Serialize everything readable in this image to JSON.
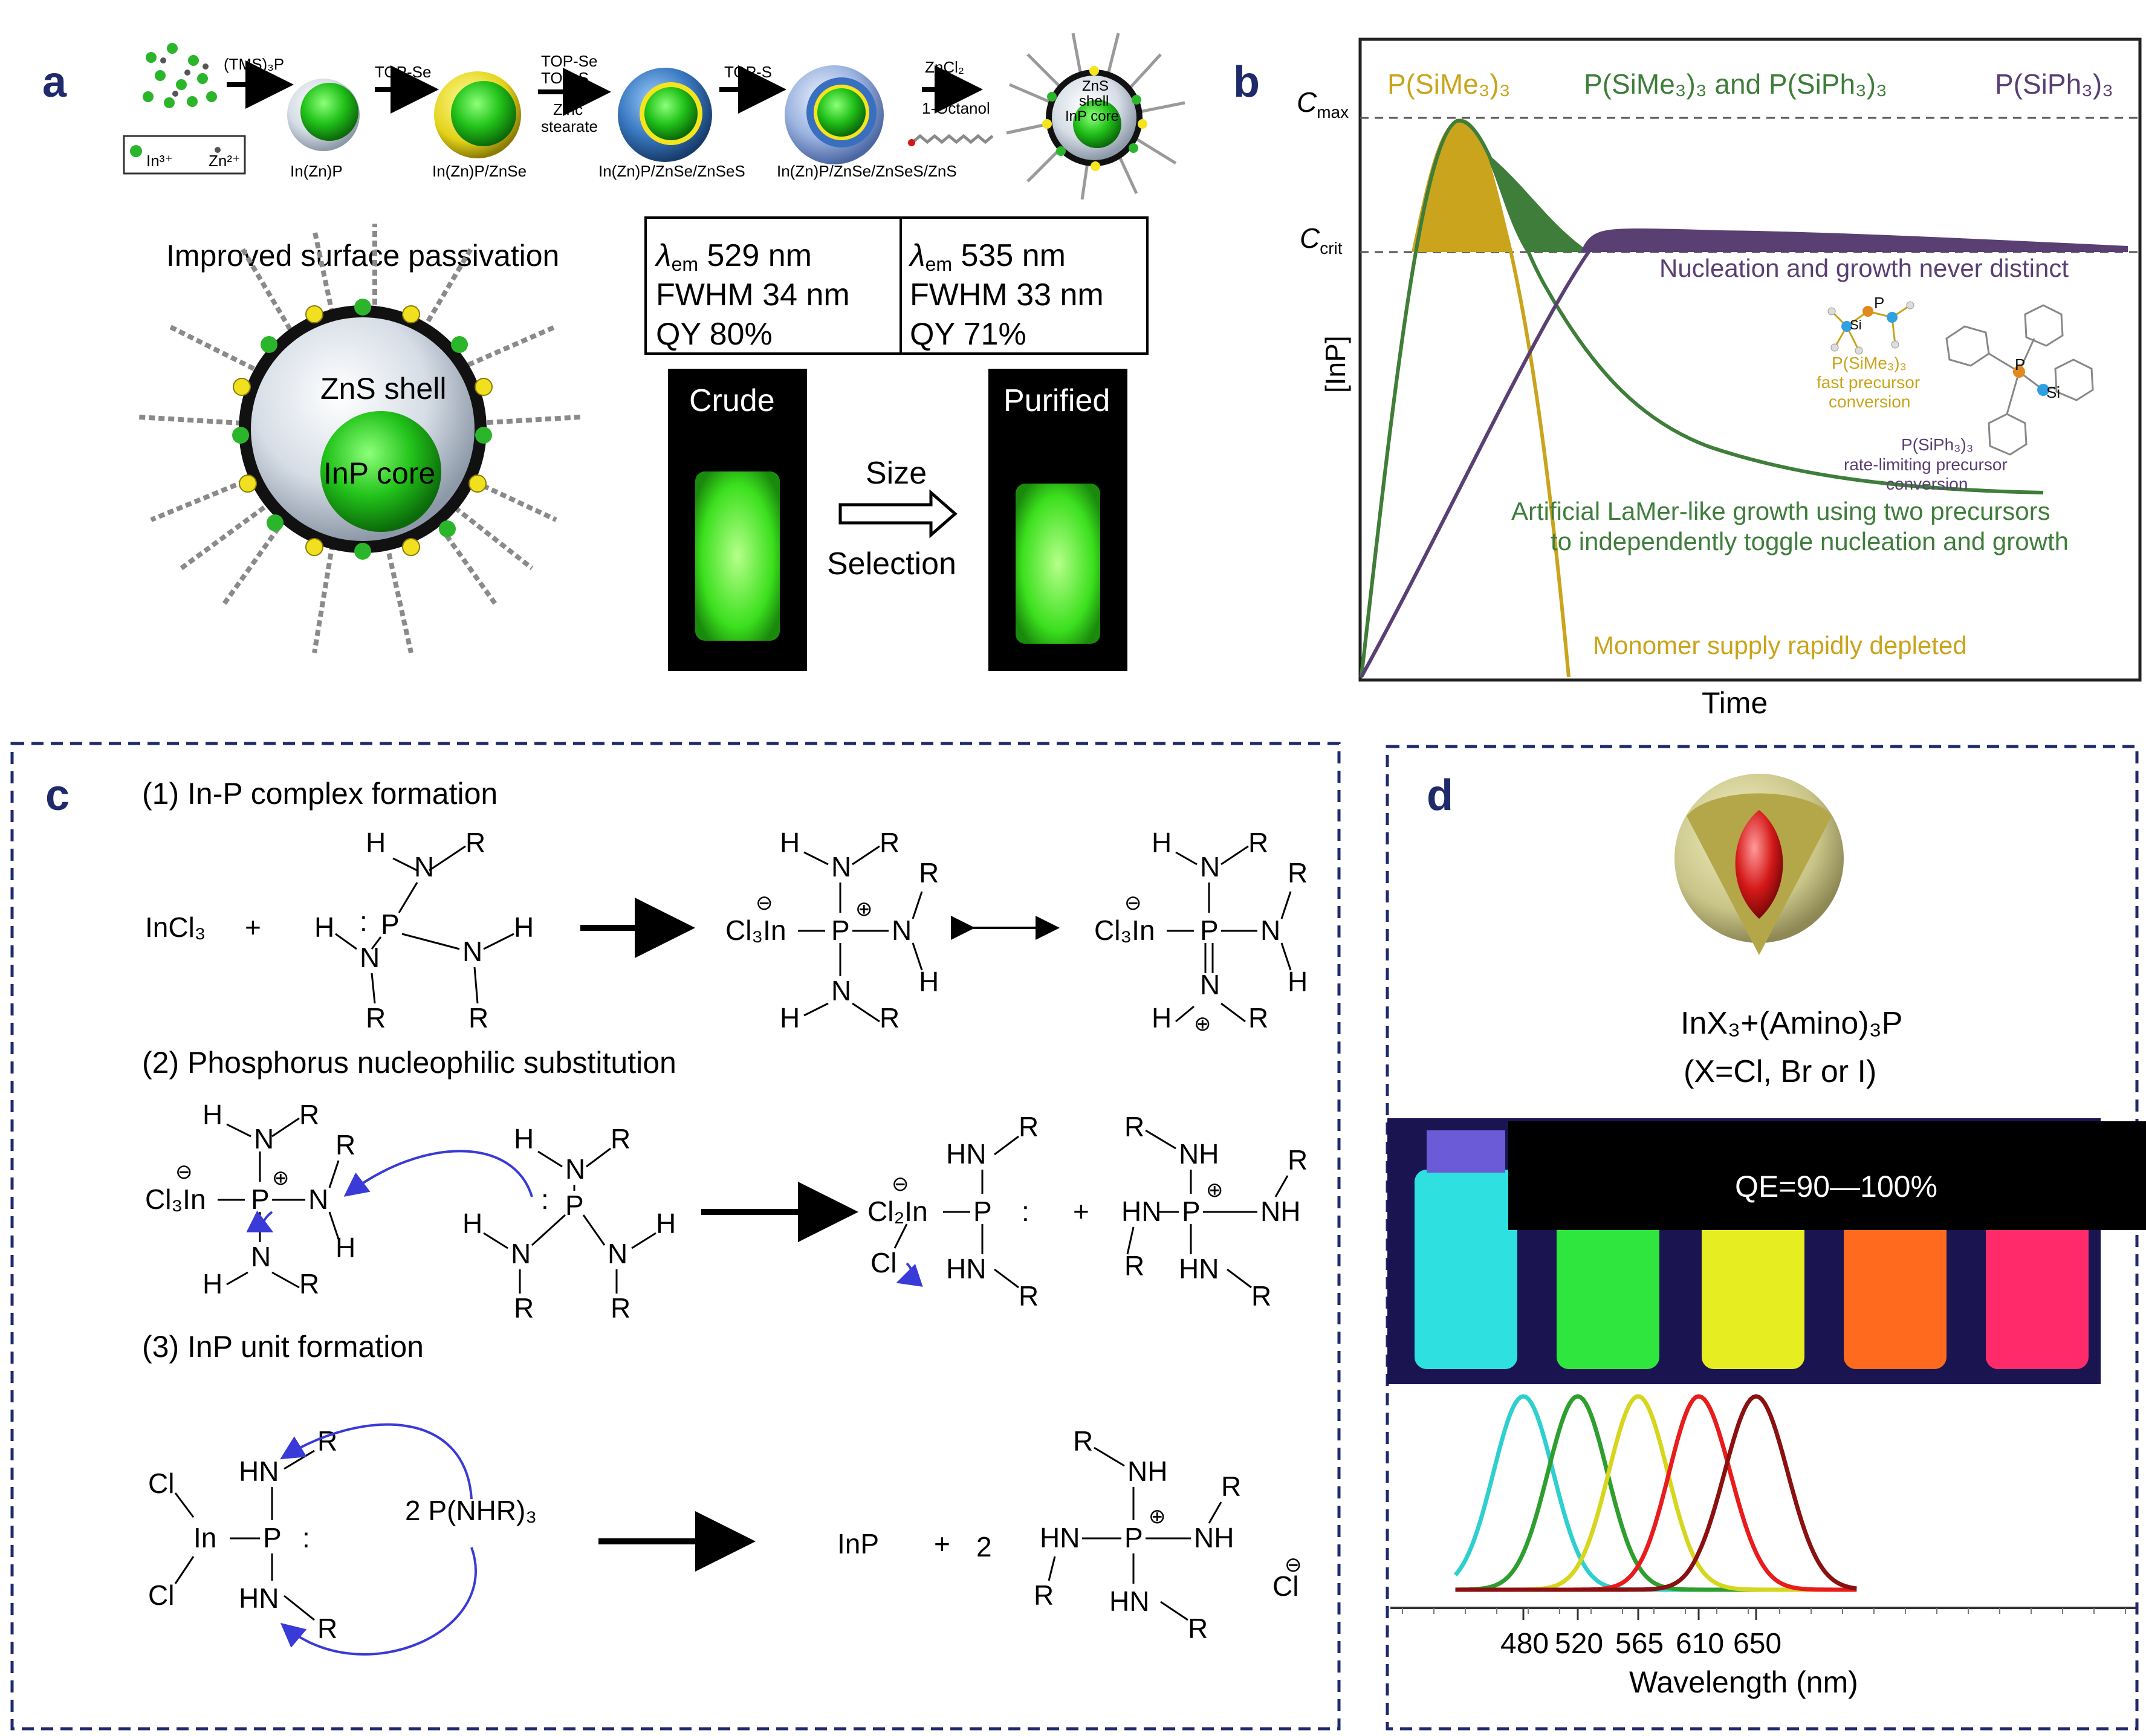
{
  "panels": {
    "a": {
      "letter": "a",
      "legend": {
        "in": "In³⁺",
        "zn": "Zn²⁺"
      },
      "steps": [
        {
          "reagent": "(TMS)₃P",
          "product": "In(Zn)P"
        },
        {
          "reagent": "TOP-Se",
          "product": "In(Zn)P/ZnSe"
        },
        {
          "reagent": "TOP-Se",
          "reagent2": "TOP-S",
          "reagent3": "Zinc",
          "reagent4": "stearate",
          "product": "In(Zn)P/ZnSe/ZnSeS"
        },
        {
          "reagent": "TOP-S",
          "product": "In(Zn)P/ZnSe/ZnSeS/ZnS"
        },
        {
          "reagent": "ZnCl₂",
          "reagent2": "1-Octanol",
          "final_shell": "ZnS",
          "final_shell2": "shell",
          "final_core": "InP core"
        }
      ],
      "passivation_title": "Improved surface passivation",
      "shell_label": "ZnS shell",
      "core_label": "InP core",
      "table": [
        {
          "lambda": "λ",
          "lambda_sub": "em",
          "lambda_val": " 529 nm",
          "fwhm": "FWHM 34 nm",
          "qy": "QY 80%"
        },
        {
          "lambda": "λ",
          "lambda_sub": "em",
          "lambda_val": " 535 nm",
          "fwhm": "FWHM 33 nm",
          "qy": "QY 71%"
        }
      ],
      "vial_left": "Crude",
      "vial_right": "Purified",
      "arrow_top": "Size",
      "arrow_bottom": "Selection"
    },
    "b": {
      "letter": "b",
      "header_1": "P(SiMe₃)₃",
      "header_2": "P(SiMe₃)₃ and P(SiPh₃)₃",
      "header_3": "P(SiPh₃)₃",
      "cmax": "C",
      "cmax_sub": "max",
      "ccrit": "C",
      "ccrit_sub": "crit",
      "ylabel": "[InP]",
      "xlabel": "Time",
      "note_purple": "Nucleation and growth never distinct",
      "mol1_label": "P(SiMe₃)₃",
      "mol1_desc1": "fast precursor",
      "mol1_desc2": "conversion",
      "mol2_label": "P(SiPh₃)₃",
      "mol2_desc1": "rate-limiting precursor",
      "mol2_desc2": "conversion",
      "note_green1": "Artificial LaMer-like growth using two precursors",
      "note_green2": "to independently toggle nucleation and growth",
      "note_gold": "Monomer supply rapidly depleted",
      "atom_p": "P",
      "atom_si": "Si"
    },
    "c": {
      "letter": "c",
      "step1": "(1) In-P complex formation",
      "step2": "(2) Phosphorus nucleophilic substitution",
      "step3": "(3) InP unit formation",
      "incl3": "InCl₃",
      "plus": "+",
      "reagent_2p": "2 P(NHR)₃",
      "inp": "InP",
      "two": "2",
      "chem": {
        "H": "H",
        "N": "N",
        "R": "R",
        "P": "P",
        "Cl3In": "Cl₃In",
        "Cl2In": "Cl₂In",
        "Cl": "Cl",
        "In": "In",
        "HN": "HN",
        "NH": "NH",
        "colon": ":",
        "minus": "⊖",
        "plusc": "⊕",
        "dash": "—"
      }
    },
    "d": {
      "letter": "d",
      "formula": "InX₃+(Amino)₃P",
      "halides": "(X=Cl, Br or I)",
      "qe": "QE=90—100%",
      "xlabel": "Wavelength (nm)",
      "ticks": [
        "480",
        "520",
        "565",
        "610",
        "650"
      ]
    }
  },
  "chart_data": [
    {
      "type": "line",
      "title": "",
      "xlabel": "Time",
      "ylabel": "[InP]",
      "y_marks": [
        "Cmax",
        "Ccrit"
      ],
      "series": [
        {
          "name": "P(SiMe₃)₃",
          "color": "#c9a41c"
        },
        {
          "name": "P(SiMe₃)₃ and P(SiPh₃)₃",
          "color": "#3e7d3a"
        },
        {
          "name": "P(SiPh₃)₃",
          "color": "#5a3f72"
        }
      ]
    },
    {
      "type": "line",
      "title": "",
      "xlabel": "Wavelength (nm)",
      "ylabel": "",
      "x_ticks": [
        480,
        520,
        565,
        610,
        650
      ],
      "series": [
        {
          "peak": 480,
          "color": "#2fcfcf"
        },
        {
          "peak": 520,
          "color": "#2e9e2e"
        },
        {
          "peak": 565,
          "color": "#d6d61e"
        },
        {
          "peak": 610,
          "color": "#e81c1c"
        },
        {
          "peak": 650,
          "color": "#8b1010"
        }
      ]
    }
  ],
  "colors": {
    "navy": "#1f2a6b",
    "gold": "#c9a41c",
    "green": "#3e7d3a",
    "purple": "#5a3f72",
    "blue_arrow": "#3a3ad8"
  }
}
